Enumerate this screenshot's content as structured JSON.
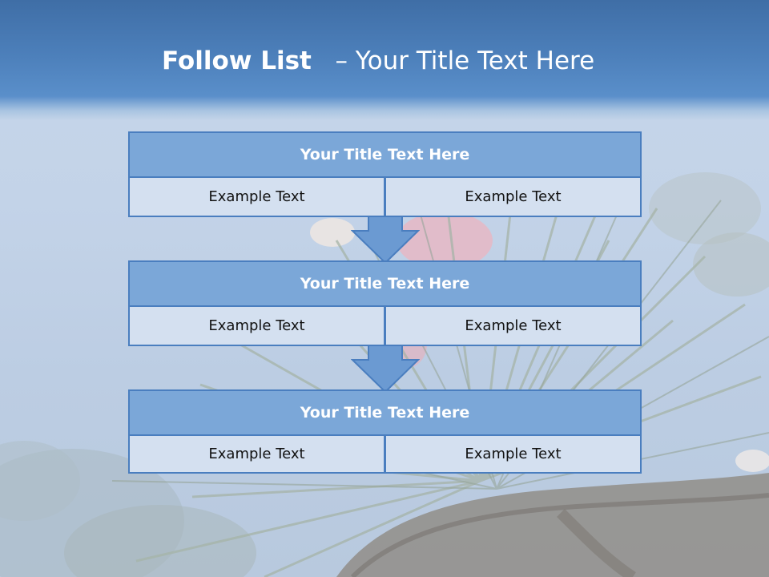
{
  "slide": {
    "title_bold": "Follow List",
    "title_rest": "– Your Title Text Here"
  },
  "blocks": [
    {
      "title": "Your Title Text Here",
      "left": "Example Text",
      "right": "Example Text"
    },
    {
      "title": "Your Title Text Here",
      "left": "Example Text",
      "right": "Example Text"
    },
    {
      "title": "Your Title Text Here",
      "left": "Example Text",
      "right": "Example Text"
    }
  ],
  "colors": {
    "header": "#4c7fba",
    "block_title_fill": "#7ba7d8",
    "block_border": "#4a7ebf",
    "cell_fill": "#d4e0f0",
    "arrow_fill": "#6b9ad2"
  }
}
